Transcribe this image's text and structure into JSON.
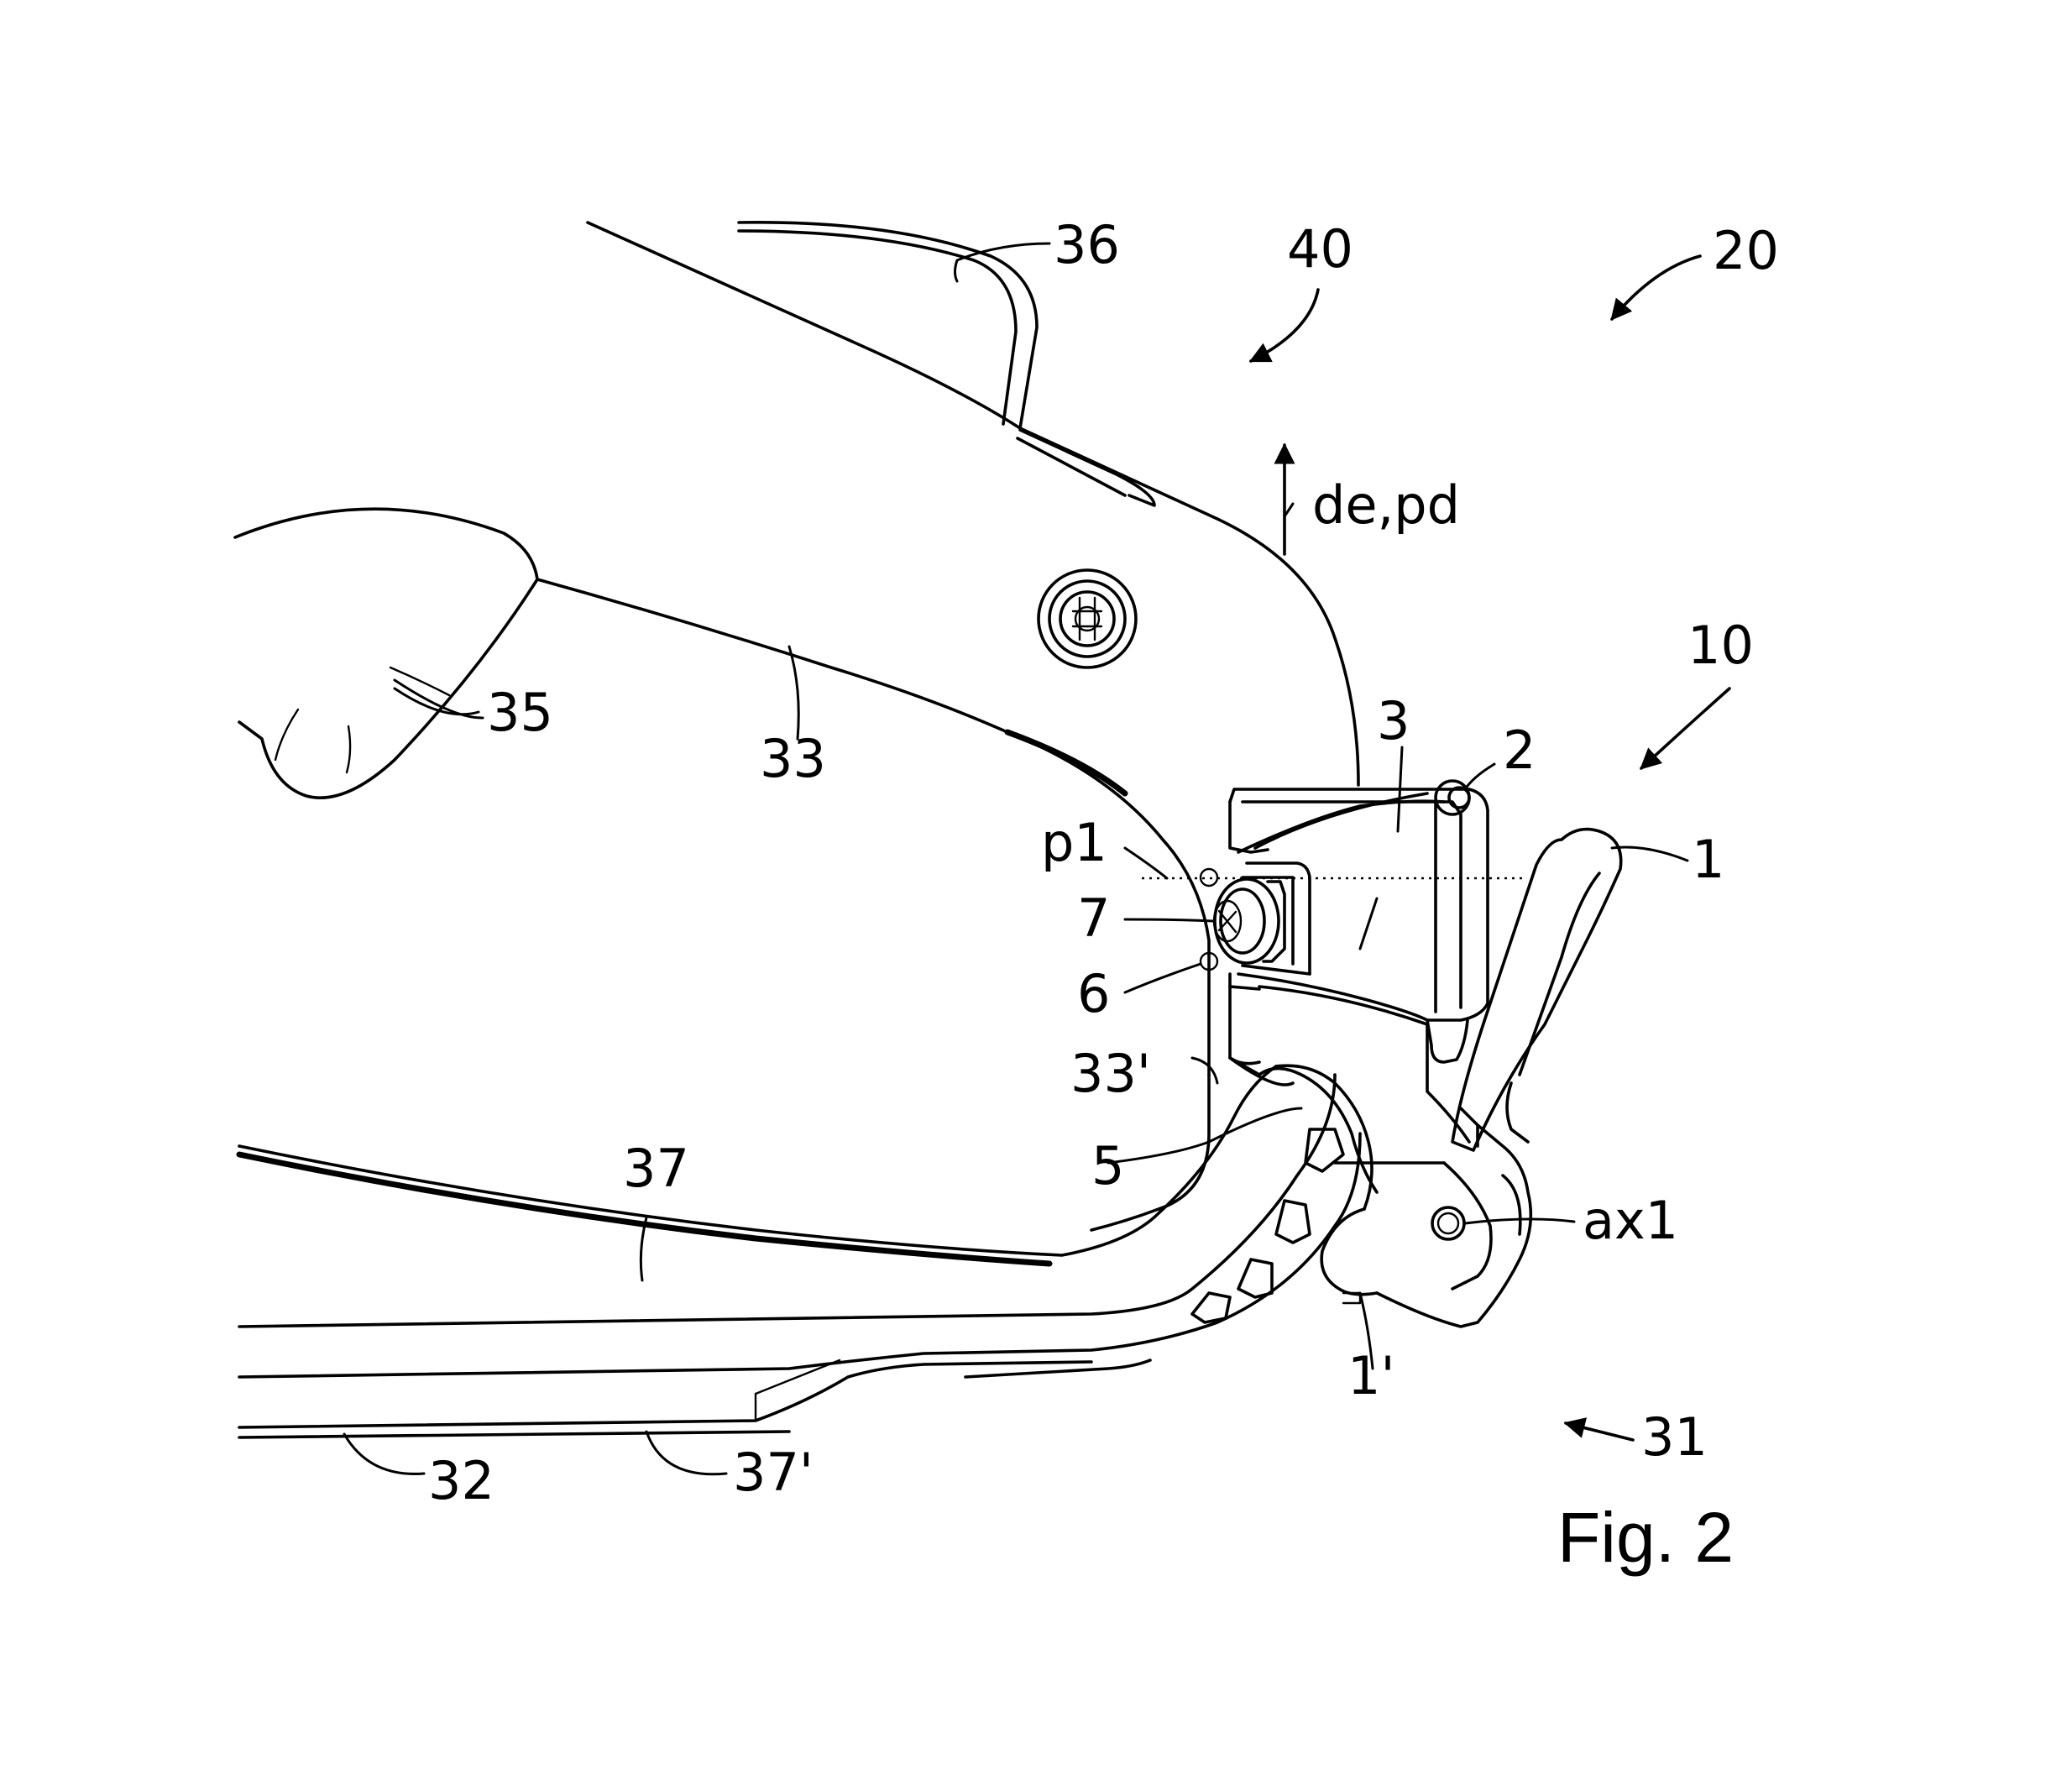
{
  "figure": {
    "caption": "Fig. 2",
    "labels": {
      "l36": "36",
      "l40": "40",
      "l20": "20",
      "l_depd": "de,pd",
      "l35": "35",
      "l33": "33",
      "l10": "10",
      "l3": "3",
      "l2": "2",
      "l1": "1",
      "l_p1": "p1",
      "l7": "7",
      "l6": "6",
      "l33p": "33'",
      "l5": "5",
      "l37": "37",
      "l_ax1": "ax1",
      "l1p": "1'",
      "l31": "31",
      "l32": "32",
      "l37p": "37'"
    }
  }
}
